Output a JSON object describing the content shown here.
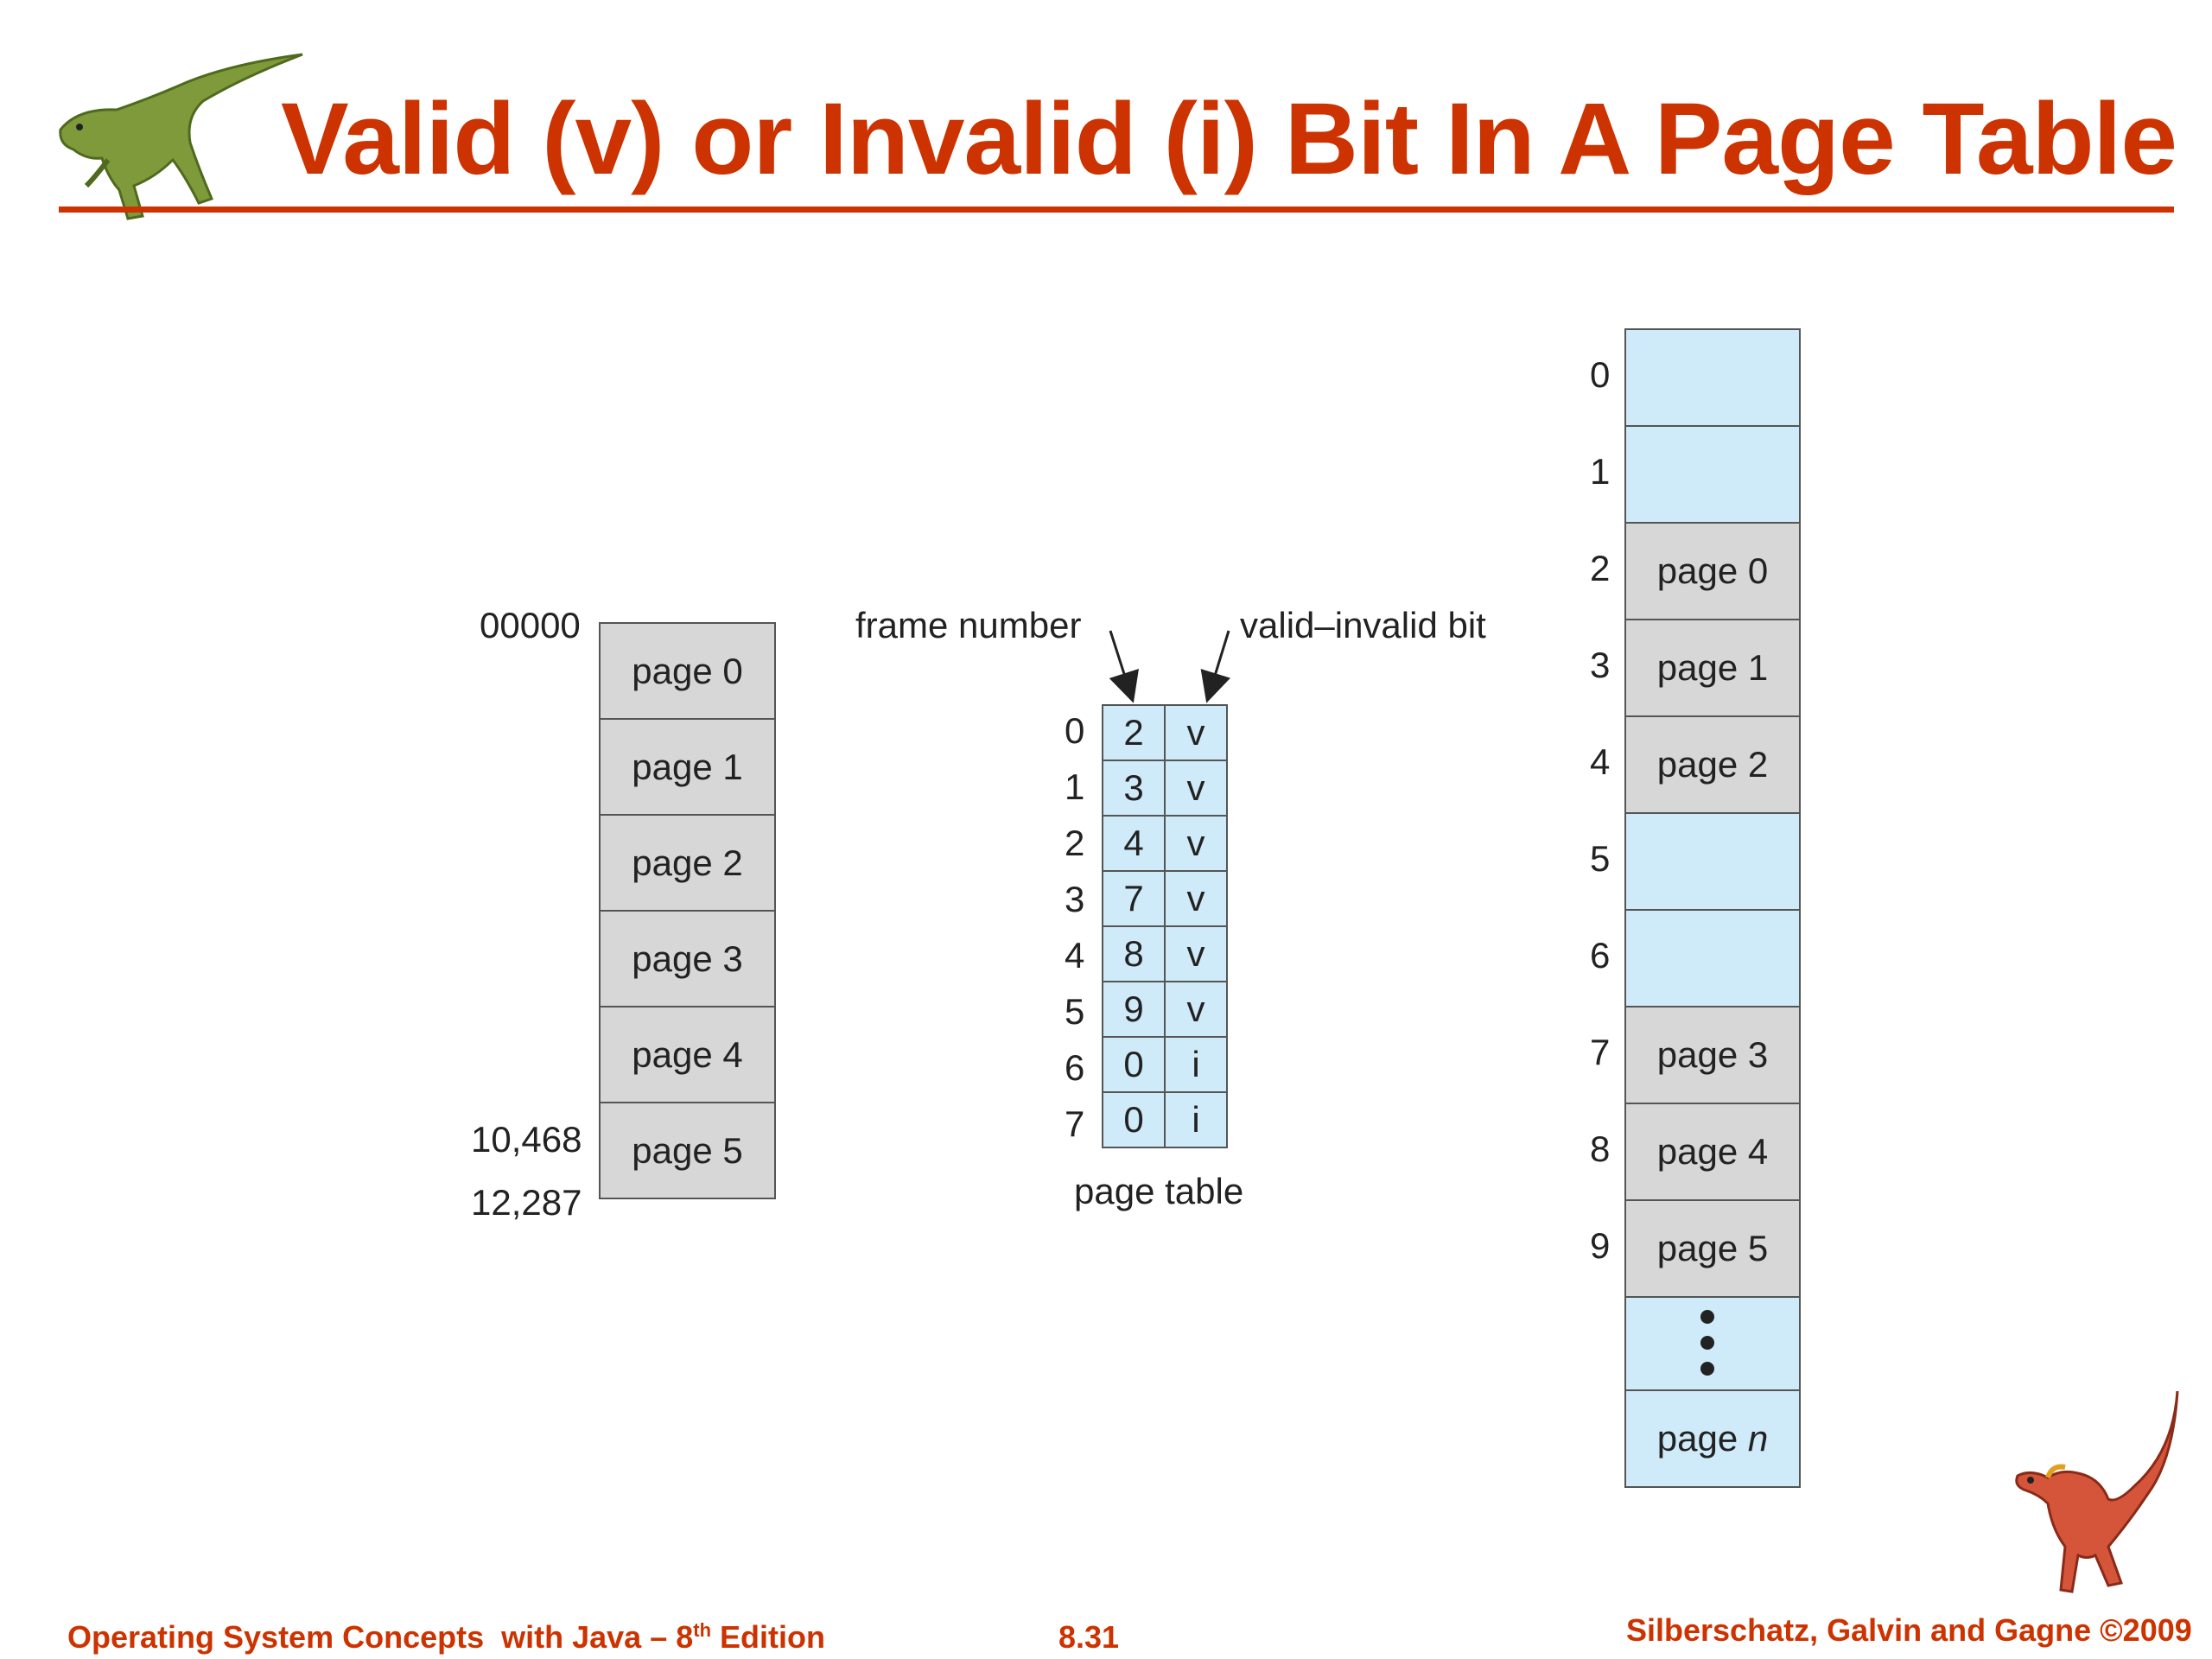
{
  "title": "Valid (v) or Invalid (i) Bit In A Page Table",
  "logical_memory": {
    "pages": [
      "page 0",
      "page 1",
      "page 2",
      "page 3",
      "page 4",
      "page 5"
    ],
    "addr_start": "00000",
    "addr_mid": "10,468",
    "addr_end": "12,287"
  },
  "page_table": {
    "frame_label": "frame number",
    "valid_label": "valid–invalid bit",
    "caption": "page table",
    "rows": [
      {
        "index": "0",
        "frame": "2",
        "bit": "v"
      },
      {
        "index": "1",
        "frame": "3",
        "bit": "v"
      },
      {
        "index": "2",
        "frame": "4",
        "bit": "v"
      },
      {
        "index": "3",
        "frame": "7",
        "bit": "v"
      },
      {
        "index": "4",
        "frame": "8",
        "bit": "v"
      },
      {
        "index": "5",
        "frame": "9",
        "bit": "v"
      },
      {
        "index": "6",
        "frame": "0",
        "bit": "i"
      },
      {
        "index": "7",
        "frame": "0",
        "bit": "i"
      }
    ]
  },
  "physical_memory": {
    "frames": [
      {
        "index": "0",
        "content": ""
      },
      {
        "index": "1",
        "content": ""
      },
      {
        "index": "2",
        "content": "page 0"
      },
      {
        "index": "3",
        "content": "page 1"
      },
      {
        "index": "4",
        "content": "page 2"
      },
      {
        "index": "5",
        "content": ""
      },
      {
        "index": "6",
        "content": ""
      },
      {
        "index": "7",
        "content": "page 3"
      },
      {
        "index": "8",
        "content": "page 4"
      },
      {
        "index": "9",
        "content": "page 5"
      }
    ],
    "last_label_prefix": "page ",
    "last_label_var": "n"
  },
  "footer": {
    "left": "Operating System Concepts  with Java – 8",
    "left_sup": "th",
    "left_after": " Edition",
    "center": "8.31",
    "right": "Silberschatz, Galvin and Gagne ©2009"
  },
  "colors": {
    "accent": "#cc3300",
    "page_fill": "#d7d7d7",
    "frame_fill": "#cfeaf8"
  },
  "icons": [
    "dinosaur-logo-icon",
    "dinosaur-mascot-icon"
  ]
}
